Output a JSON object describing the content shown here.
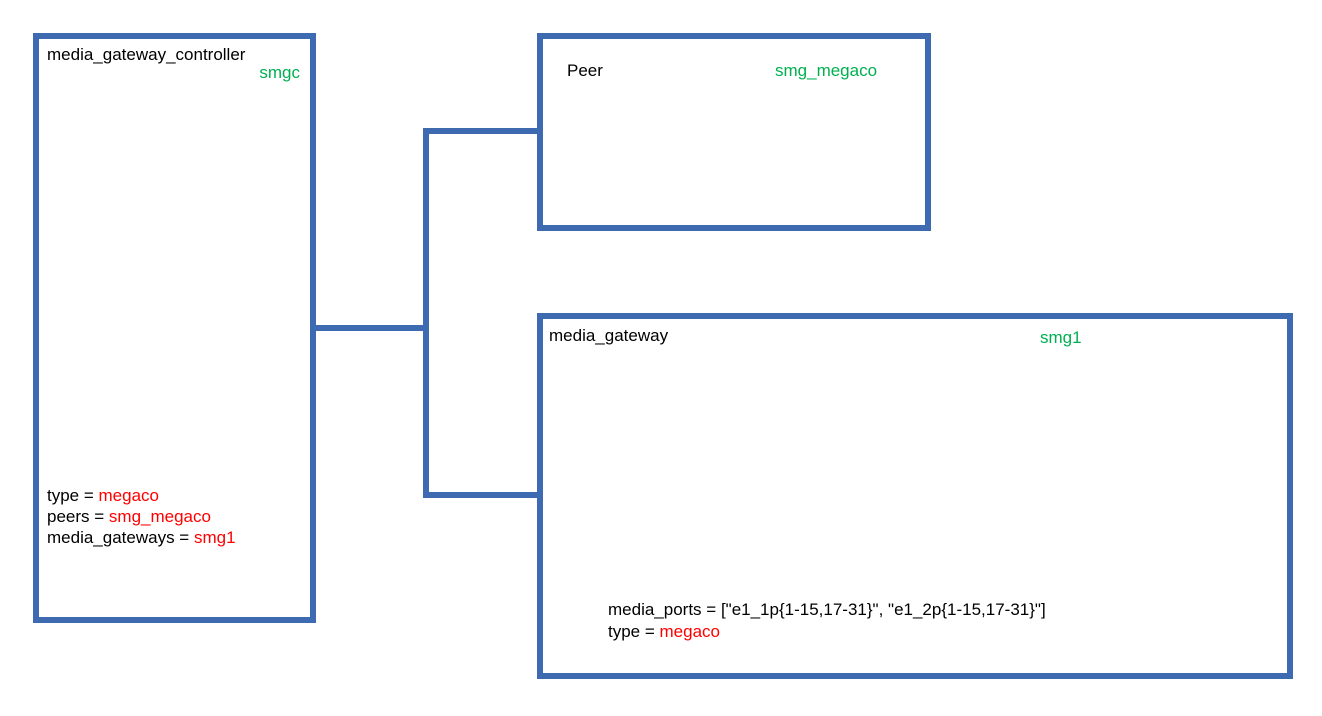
{
  "diagram": {
    "background": "#ffffff",
    "colors": {
      "node_border_blue": "#3d6ab0",
      "connector_blue": "#3d6ab0",
      "instance_green": "#00b050",
      "value_red": "#ff0000",
      "text_black": "#000000"
    },
    "nodes": {
      "mgc": {
        "title": "media_gateway_controller",
        "instance": "smgc",
        "props": [
          {
            "key": "type = ",
            "value": "megaco"
          },
          {
            "key": "peers = ",
            "value": "smg_megaco"
          },
          {
            "key": "media_gateways = ",
            "value": "smg1"
          }
        ]
      },
      "peer": {
        "title": "Peer",
        "instance": "smg_megaco"
      },
      "mg": {
        "title": "media_gateway",
        "instance": "smg1",
        "props": [
          {
            "key": "media_ports = ",
            "value": "[\"e1_1p{1-15,17-31}\", \"e1_2p{1-15,17-31}\"]"
          },
          {
            "key": "type = ",
            "value": "megaco"
          }
        ]
      }
    },
    "connections": [
      {
        "from": "mgc",
        "to": "peer"
      },
      {
        "from": "mgc",
        "to": "mg"
      }
    ]
  }
}
